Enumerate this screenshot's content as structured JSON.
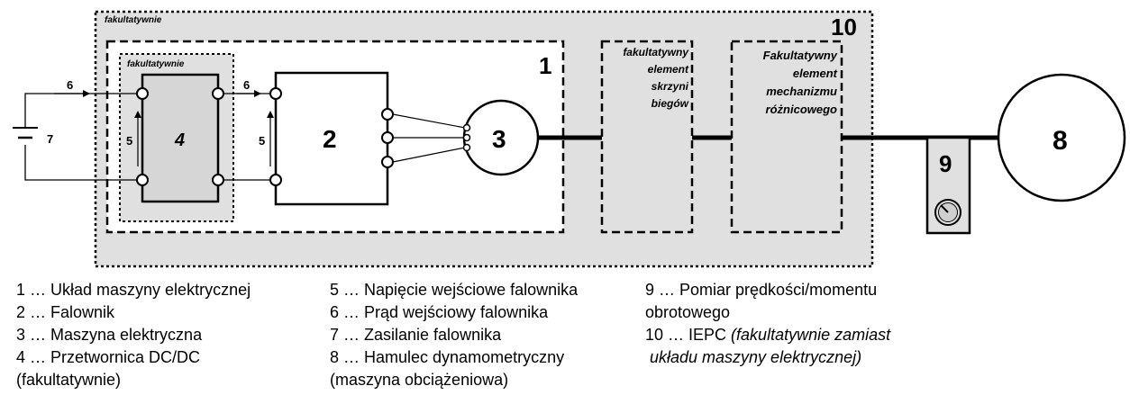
{
  "diagram": {
    "optional_outer_label": "fakultatywnie",
    "optional_inner_label": "fakultatywnie",
    "box_10_number": "10",
    "box_1_number": "1",
    "box_4_number": "4",
    "box_2_number": "2",
    "box_3_number": "3",
    "box_8_number": "8",
    "box_9_number": "9",
    "current_label_left": "6",
    "current_label_mid": "6",
    "voltage_label_left": "5",
    "voltage_label_mid": "5",
    "supply_label": "7",
    "gearbox_lines": [
      "fakultatywny",
      "element",
      "skrzyni",
      "biegów"
    ],
    "differential_lines": [
      "Fakultatywny",
      "element",
      "mechanizmu",
      "różnicowego"
    ]
  },
  "legend": {
    "col1": [
      "1 … Układ maszyny elektrycznej",
      "2 … Falownik",
      "3 … Maszyna elektryczna",
      "4 … Przetwornica DC/DC",
      "(fakultatywnie)"
    ],
    "col2": [
      "5 … Napięcie wejściowe falownika",
      "6 … Prąd wejściowy falownika",
      "7 … Zasilanie falownika",
      "8 … Hamulec dynamometryczny",
      "(maszyna obciążeniowa)"
    ],
    "col3": {
      "line1": "9 … Pomiar prędkości/momentu",
      "line2": "obrotowego",
      "line3_prefix": "10 … IEPC ",
      "line3_italic": "(fakultatywnie zamiast",
      "line4_italic": " układu maszyny elektrycznej)"
    }
  }
}
